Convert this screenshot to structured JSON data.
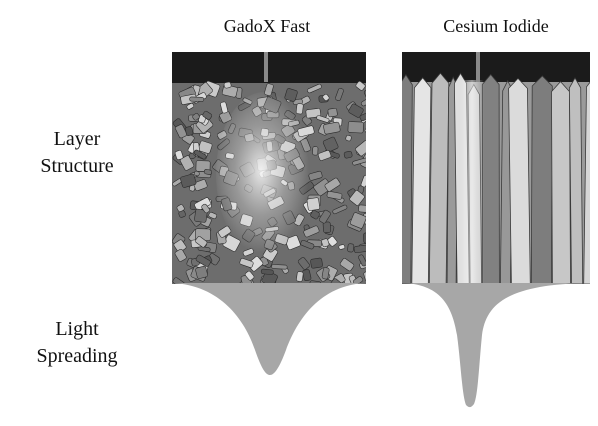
{
  "columns": [
    {
      "title": "GadoX Fast"
    },
    {
      "title": "Cesium Iodide"
    }
  ],
  "row_labels": {
    "layer_structure": [
      "Layer",
      "Structure"
    ],
    "light_spreading": [
      "Light",
      "Spreading"
    ]
  },
  "colors": {
    "spread_fill": "#a7a7a7",
    "backing": "#1b1b1b"
  }
}
